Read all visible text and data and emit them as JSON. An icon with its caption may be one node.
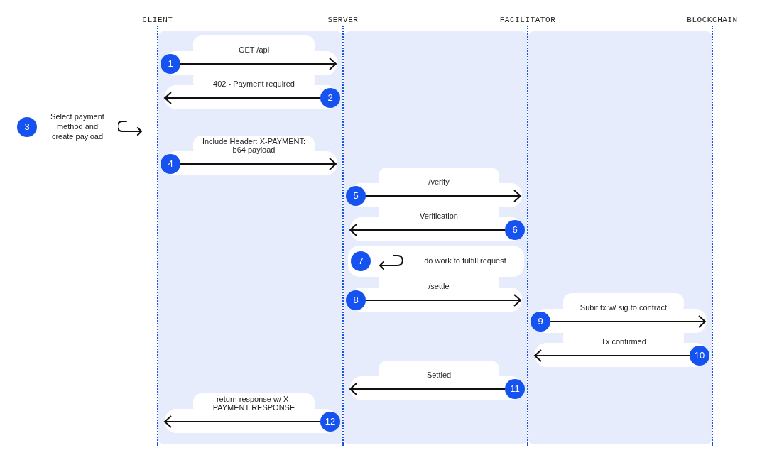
{
  "diagram": {
    "nodes": [
      {
        "text": [
          "CLIENT"
        ]
      },
      {
        "text": [
          "SERVER"
        ]
      },
      {
        "text": [
          "FACILITATOR"
        ]
      },
      {
        "text": [
          "BLOCKCHAIN"
        ]
      },
      {
        "text": [
          "Select payment method and create payload"
        ]
      },
      {
        "text": [
          "do work to fulfill request"
        ]
      }
    ],
    "edges": [
      {
        "from": 0,
        "to": 1,
        "arrow": "to",
        "label": "GET /api"
      },
      {
        "from": 1,
        "to": 0,
        "arrow": "to",
        "label": "402 - Payment required"
      },
      {
        "from": 0,
        "to": 1,
        "arrow": "to",
        "label": "Include Header: X-PAYMENT: b64 payload"
      },
      {
        "from": 1,
        "to": 2,
        "arrow": "to",
        "label": "/verify"
      },
      {
        "from": 2,
        "to": 1,
        "arrow": "to",
        "label": "Verification"
      },
      {
        "from": 1,
        "to": 2,
        "arrow": "to",
        "label": "/settle"
      },
      {
        "from": 2,
        "to": 3,
        "arrow": "to",
        "label": "Subit tx w/ sig to contract"
      },
      {
        "from": 3,
        "to": 2,
        "arrow": "to",
        "label": "Tx confirmed"
      },
      {
        "from": 2,
        "to": 1,
        "arrow": "to",
        "label": "Settled"
      },
      {
        "from": 1,
        "to": 0,
        "arrow": "to",
        "label": "return response w/ X-PAYMENT RESPONSE"
      }
    ],
    "labels": [
      "1",
      "2",
      "3",
      "4",
      "5",
      "6",
      "7",
      "8",
      "9",
      "10",
      "11",
      "12"
    ]
  }
}
